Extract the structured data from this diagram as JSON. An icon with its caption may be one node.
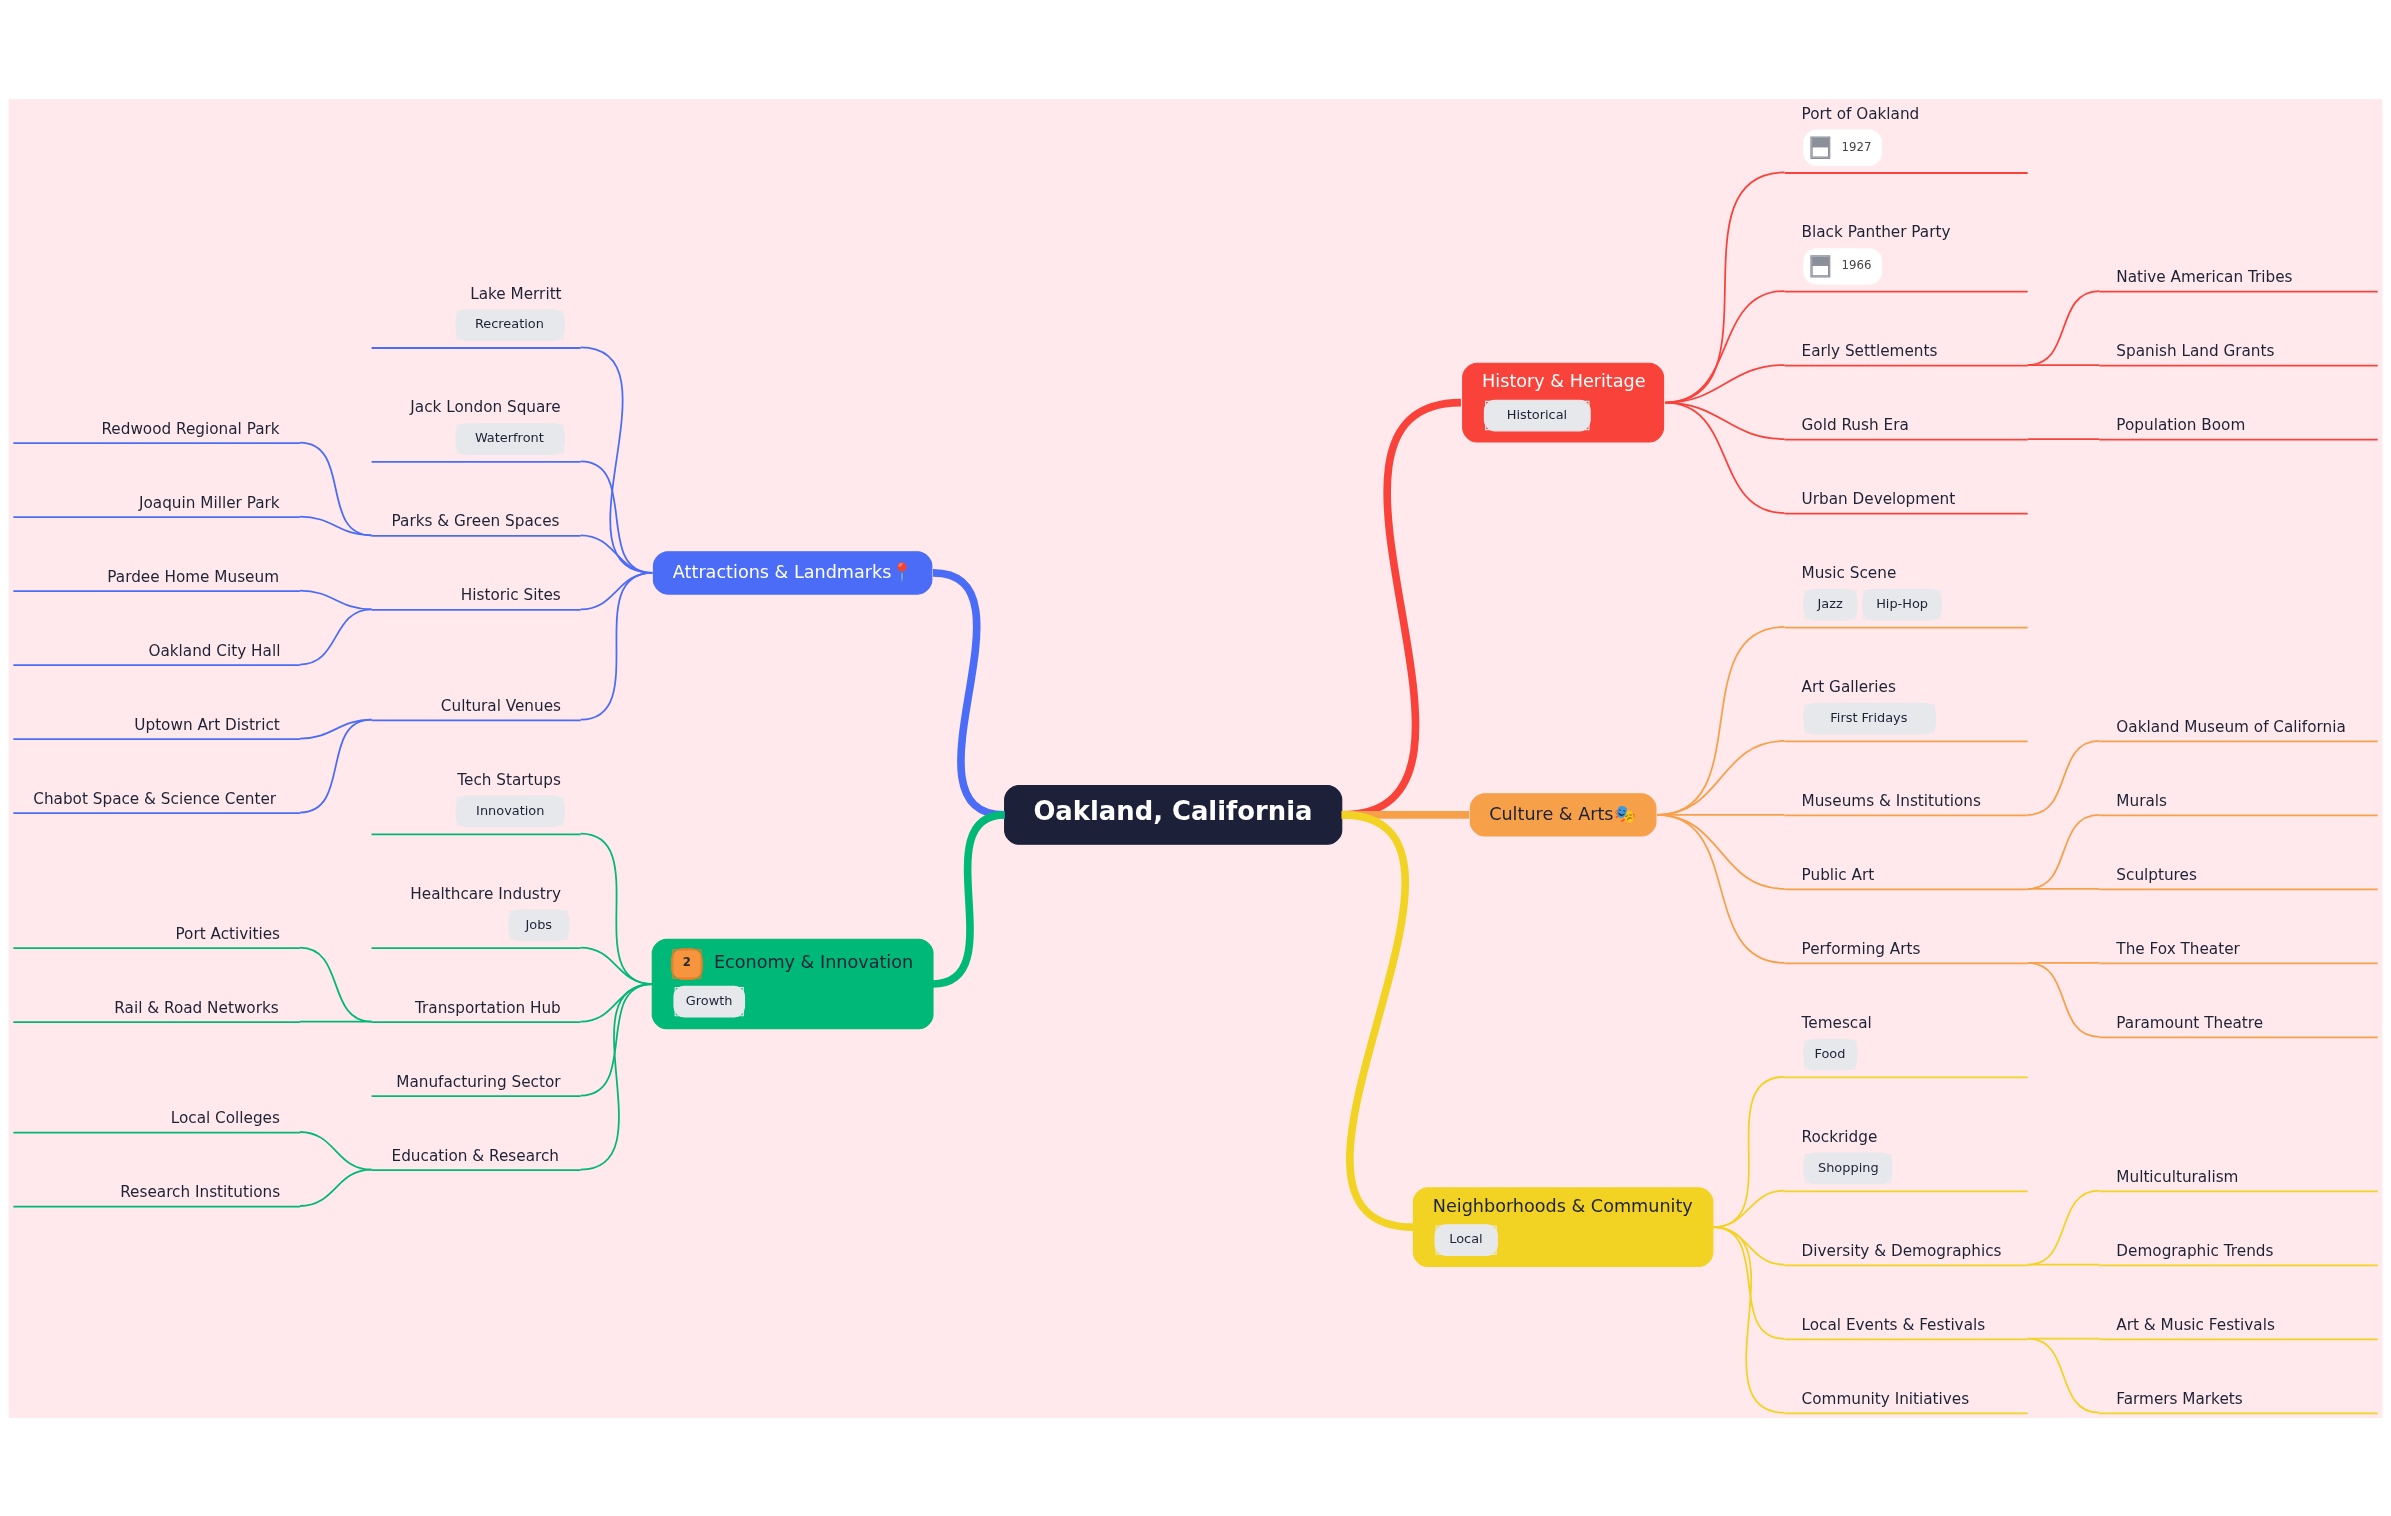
{
  "diagram": {
    "nodes": [
      {
        "text": [
          "Oakland, California"
        ]
      },
      {
        "text": [
          "History & Heritage",
          "Historical"
        ]
      },
      {
        "text": [
          "Port of Oakland",
          "1927"
        ]
      },
      {
        "text": [
          "Black Panther Party",
          "1966"
        ]
      },
      {
        "text": [
          "Early Settlements"
        ]
      },
      {
        "text": [
          "Native American Tribes"
        ]
      },
      {
        "text": [
          "Spanish Land Grants"
        ]
      },
      {
        "text": [
          "Gold Rush Era"
        ]
      },
      {
        "text": [
          "Population Boom"
        ]
      },
      {
        "text": [
          "Urban Development"
        ]
      },
      {
        "text": [
          "Culture & Arts🎭"
        ]
      },
      {
        "text": [
          "Music Scene",
          "Jazz",
          "Hip-Hop"
        ]
      },
      {
        "text": [
          "Art Galleries",
          "First Fridays"
        ]
      },
      {
        "text": [
          "Museums & Institutions"
        ]
      },
      {
        "text": [
          "Oakland Museum of California"
        ]
      },
      {
        "text": [
          "Public Art"
        ]
      },
      {
        "text": [
          "Murals"
        ]
      },
      {
        "text": [
          "Sculptures"
        ]
      },
      {
        "text": [
          "Performing Arts"
        ]
      },
      {
        "text": [
          "The Fox Theater"
        ]
      },
      {
        "text": [
          "Paramount Theatre"
        ]
      },
      {
        "text": [
          "Neighborhoods & Community",
          "Local"
        ]
      },
      {
        "text": [
          "Temescal",
          "Food"
        ]
      },
      {
        "text": [
          "Rockridge",
          "Shopping"
        ]
      },
      {
        "text": [
          "Diversity & Demographics"
        ]
      },
      {
        "text": [
          "Multiculturalism"
        ]
      },
      {
        "text": [
          "Demographic Trends"
        ]
      },
      {
        "text": [
          "Local Events & Festivals"
        ]
      },
      {
        "text": [
          "Art & Music Festivals"
        ]
      },
      {
        "text": [
          "Farmers Markets"
        ]
      },
      {
        "text": [
          "Community Initiatives"
        ]
      },
      {
        "text": [
          "Attractions & Landmarks📍"
        ]
      },
      {
        "text": [
          "Lake Merritt",
          "Recreation"
        ]
      },
      {
        "text": [
          "Jack London Square",
          "Waterfront"
        ]
      },
      {
        "text": [
          "Parks & Green Spaces"
        ]
      },
      {
        "text": [
          "Redwood Regional Park"
        ]
      },
      {
        "text": [
          "Joaquin Miller Park"
        ]
      },
      {
        "text": [
          "Historic Sites"
        ]
      },
      {
        "text": [
          "Pardee Home Museum"
        ]
      },
      {
        "text": [
          "Oakland City Hall"
        ]
      },
      {
        "text": [
          "Cultural Venues"
        ]
      },
      {
        "text": [
          "Uptown Art District"
        ]
      },
      {
        "text": [
          "Chabot Space & Science Center"
        ]
      },
      {
        "text": [
          "2",
          "Economy & Innovation",
          "Growth"
        ]
      },
      {
        "text": [
          "Tech Startups",
          "Innovation"
        ]
      },
      {
        "text": [
          "Healthcare Industry",
          "Jobs"
        ]
      },
      {
        "text": [
          "Transportation Hub"
        ]
      },
      {
        "text": [
          "Port Activities"
        ]
      },
      {
        "text": [
          "Rail & Road Networks"
        ]
      },
      {
        "text": [
          "Manufacturing Sector"
        ]
      },
      {
        "text": [
          "Education & Research"
        ]
      },
      {
        "text": [
          "Local Colleges"
        ]
      },
      {
        "text": [
          "Research Institutions"
        ]
      }
    ],
    "edges": [
      {
        "from": 0,
        "to": 1,
        "arrow": "none",
        "style": "thick",
        "color": "#f9423a"
      },
      {
        "from": 1,
        "to": 2,
        "arrow": "none",
        "color": "#f9423a"
      },
      {
        "from": 1,
        "to": 3,
        "arrow": "none",
        "color": "#f9423a"
      },
      {
        "from": 1,
        "to": 4,
        "arrow": "none",
        "color": "#f9423a"
      },
      {
        "from": 4,
        "to": 5,
        "arrow": "none",
        "color": "#f9423a"
      },
      {
        "from": 4,
        "to": 6,
        "arrow": "none",
        "color": "#f9423a"
      },
      {
        "from": 1,
        "to": 7,
        "arrow": "none",
        "color": "#f9423a"
      },
      {
        "from": 7,
        "to": 8,
        "arrow": "none",
        "color": "#f9423a"
      },
      {
        "from": 1,
        "to": 9,
        "arrow": "none",
        "color": "#f9423a"
      },
      {
        "from": 0,
        "to": 10,
        "arrow": "none",
        "style": "thick",
        "color": "#f7a04a"
      },
      {
        "from": 10,
        "to": 11,
        "arrow": "none",
        "color": "#f7a04a"
      },
      {
        "from": 10,
        "to": 12,
        "arrow": "none",
        "color": "#f7a04a"
      },
      {
        "from": 10,
        "to": 13,
        "arrow": "none",
        "color": "#f7a04a"
      },
      {
        "from": 13,
        "to": 14,
        "arrow": "none",
        "color": "#f7a04a"
      },
      {
        "from": 10,
        "to": 15,
        "arrow": "none",
        "color": "#f7a04a"
      },
      {
        "from": 15,
        "to": 16,
        "arrow": "none",
        "color": "#f7a04a"
      },
      {
        "from": 15,
        "to": 17,
        "arrow": "none",
        "color": "#f7a04a"
      },
      {
        "from": 10,
        "to": 18,
        "arrow": "none",
        "color": "#f7a04a"
      },
      {
        "from": 18,
        "to": 19,
        "arrow": "none",
        "color": "#f7a04a"
      },
      {
        "from": 18,
        "to": 20,
        "arrow": "none",
        "color": "#f7a04a"
      },
      {
        "from": 0,
        "to": 21,
        "arrow": "none",
        "style": "thick",
        "color": "#f2d323"
      },
      {
        "from": 21,
        "to": 22,
        "arrow": "none",
        "color": "#f2d323"
      },
      {
        "from": 21,
        "to": 23,
        "arrow": "none",
        "color": "#f2d323"
      },
      {
        "from": 21,
        "to": 24,
        "arrow": "none",
        "color": "#f2d323"
      },
      {
        "from": 24,
        "to": 25,
        "arrow": "none",
        "color": "#f2d323"
      },
      {
        "from": 24,
        "to": 26,
        "arrow": "none",
        "color": "#f2d323"
      },
      {
        "from": 21,
        "to": 27,
        "arrow": "none",
        "color": "#f2d323"
      },
      {
        "from": 27,
        "to": 28,
        "arrow": "none",
        "color": "#f2d323"
      },
      {
        "from": 27,
        "to": 29,
        "arrow": "none",
        "color": "#f2d323"
      },
      {
        "from": 21,
        "to": 30,
        "arrow": "none",
        "color": "#f2d323"
      },
      {
        "from": 0,
        "to": 31,
        "arrow": "none",
        "style": "thick",
        "color": "#4a6cf7"
      },
      {
        "from": 31,
        "to": 32,
        "arrow": "none",
        "color": "#4a6cf7"
      },
      {
        "from": 31,
        "to": 33,
        "arrow": "none",
        "color": "#4a6cf7"
      },
      {
        "from": 31,
        "to": 34,
        "arrow": "none",
        "color": "#4a6cf7"
      },
      {
        "from": 34,
        "to": 35,
        "arrow": "none",
        "color": "#4a6cf7"
      },
      {
        "from": 34,
        "to": 36,
        "arrow": "none",
        "color": "#4a6cf7"
      },
      {
        "from": 31,
        "to": 37,
        "arrow": "none",
        "color": "#4a6cf7"
      },
      {
        "from": 37,
        "to": 38,
        "arrow": "none",
        "color": "#4a6cf7"
      },
      {
        "from": 37,
        "to": 39,
        "arrow": "none",
        "color": "#4a6cf7"
      },
      {
        "from": 31,
        "to": 40,
        "arrow": "none",
        "color": "#4a6cf7"
      },
      {
        "from": 40,
        "to": 41,
        "arrow": "none",
        "color": "#4a6cf7"
      },
      {
        "from": 40,
        "to": 42,
        "arrow": "none",
        "color": "#4a6cf7"
      },
      {
        "from": 0,
        "to": 43,
        "arrow": "none",
        "style": "thick",
        "color": "#00b877"
      },
      {
        "from": 43,
        "to": 44,
        "arrow": "none",
        "color": "#00b877"
      },
      {
        "from": 43,
        "to": 45,
        "arrow": "none",
        "color": "#00b877"
      },
      {
        "from": 43,
        "to": 46,
        "arrow": "none",
        "color": "#00b877"
      },
      {
        "from": 46,
        "to": 47,
        "arrow": "none",
        "color": "#00b877"
      },
      {
        "from": 46,
        "to": 48,
        "arrow": "none",
        "color": "#00b877"
      },
      {
        "from": 43,
        "to": 49,
        "arrow": "none",
        "color": "#00b877"
      },
      {
        "from": 43,
        "to": 50,
        "arrow": "none",
        "color": "#00b877"
      },
      {
        "from": 50,
        "to": 51,
        "arrow": "none",
        "color": "#00b877"
      },
      {
        "from": 50,
        "to": 52,
        "arrow": "none",
        "color": "#00b877"
      }
    ]
  }
}
